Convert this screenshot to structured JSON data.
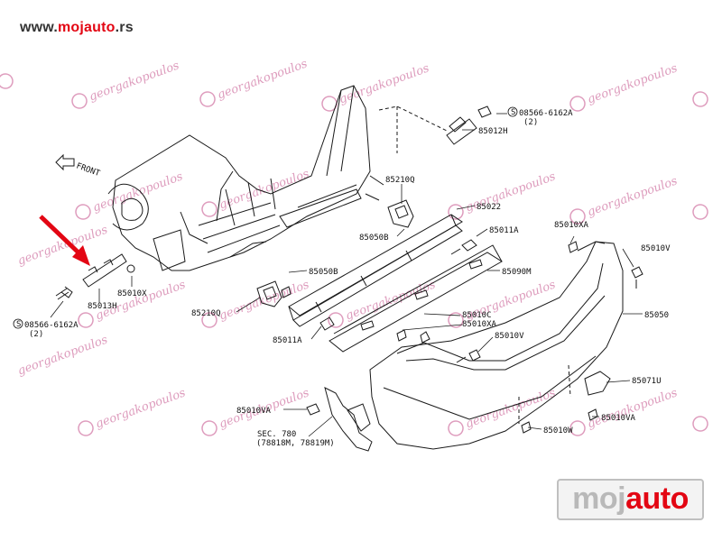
{
  "header": {
    "url_prefix": "www.",
    "url_brand": "mojauto",
    "url_suffix": ".rs"
  },
  "logo": {
    "part1": "moj",
    "part2": "auto"
  },
  "watermark": {
    "text": "georgakopoulos"
  },
  "colors": {
    "brand_red": "#e30613",
    "watermark": "#c24a86",
    "line": "#1a1a1a"
  },
  "diagram": {
    "front_label": "FRONT",
    "parts": {
      "p1": "08566-6162A",
      "p1_qty": "(2)",
      "p2": "85012H",
      "p3": "85210Q",
      "p4": "85022",
      "p5": "85050B",
      "p6": "85011A",
      "p7": "85010XA",
      "p8": "85010V",
      "p9": "85090M",
      "p10": "85050B",
      "p11": "85210Q",
      "p12": "85011A",
      "p13": "85010X",
      "p14": "85013H",
      "p15": "08566-6162A",
      "p15_qty": "(2)",
      "p16": "85010C",
      "p17": "85010XA",
      "p18": "85010V",
      "p19": "85050",
      "p20": "85071U",
      "p21": "85010VA",
      "p22": "85010VA",
      "p23": "85010W",
      "p24": "SEC. 780",
      "p24b": "(78818M, 78819M)"
    }
  }
}
